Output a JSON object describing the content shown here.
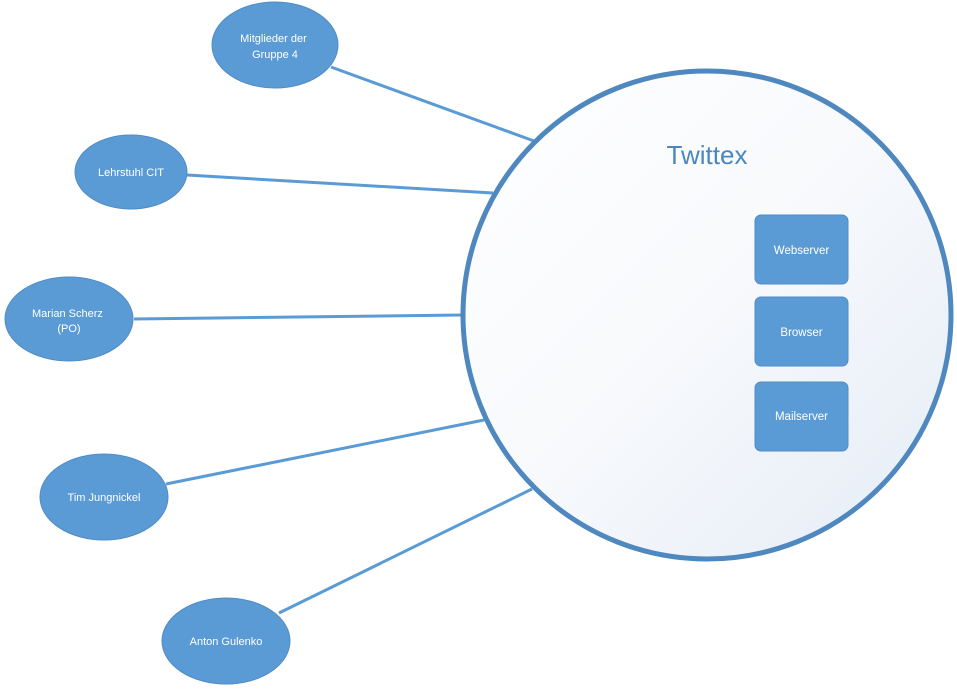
{
  "system": {
    "title": "Twittex",
    "components": [
      {
        "label": "Webserver"
      },
      {
        "label": "Browser"
      },
      {
        "label": "Mailserver"
      }
    ]
  },
  "stakeholders": [
    {
      "line1": "Mitglieder der",
      "line2": "Gruppe 4"
    },
    {
      "line1": "Lehrstuhl CIT"
    },
    {
      "line1": "Marian Scherz",
      "line2": "(PO)"
    },
    {
      "line1": "Tim Jungnickel"
    },
    {
      "line1": "Anton Gulenko"
    }
  ],
  "colors": {
    "node_fill": "#5b9bd5",
    "boundary_stroke": "#4f87bf",
    "title_text": "#4a86c0",
    "label_text": "#ffffff"
  }
}
